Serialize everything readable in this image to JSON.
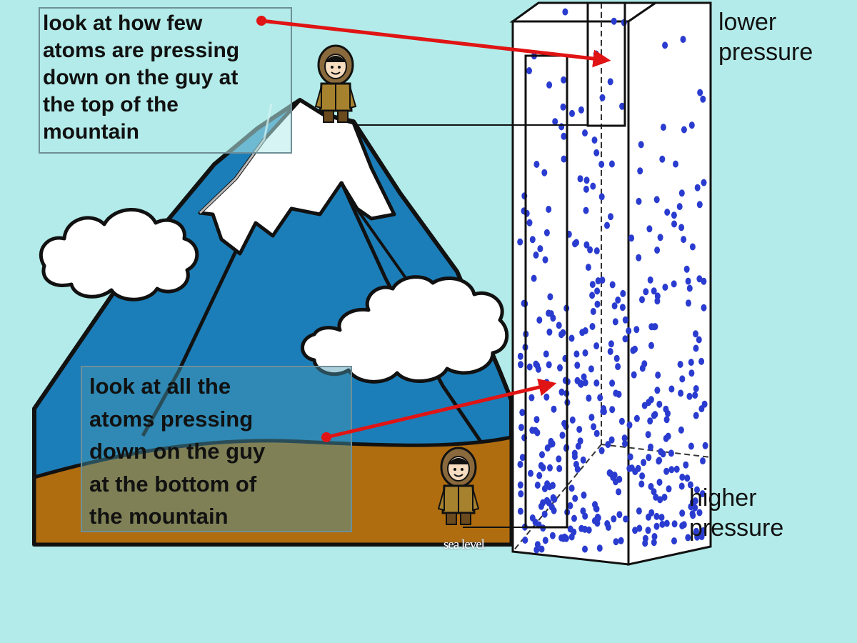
{
  "callouts": {
    "top": [
      "look at how few",
      "atoms are pressing",
      "down on the guy at",
      "the top of the",
      "mountain"
    ],
    "bottom": [
      "look at all the",
      "atoms pressing",
      "down on the guy",
      "at the bottom of",
      "the mountain"
    ]
  },
  "labels": {
    "lower": [
      "lower",
      "pressure"
    ],
    "higher": [
      "higher",
      "pressure"
    ],
    "sea_level": "sea level"
  },
  "colors": {
    "background": "#b2ebe9",
    "mountain_blue": "#1c7eb8",
    "snow": "#ffffff",
    "ground": "#b06d10",
    "atom": "#2a3ccf",
    "arrow": "#e01414"
  }
}
